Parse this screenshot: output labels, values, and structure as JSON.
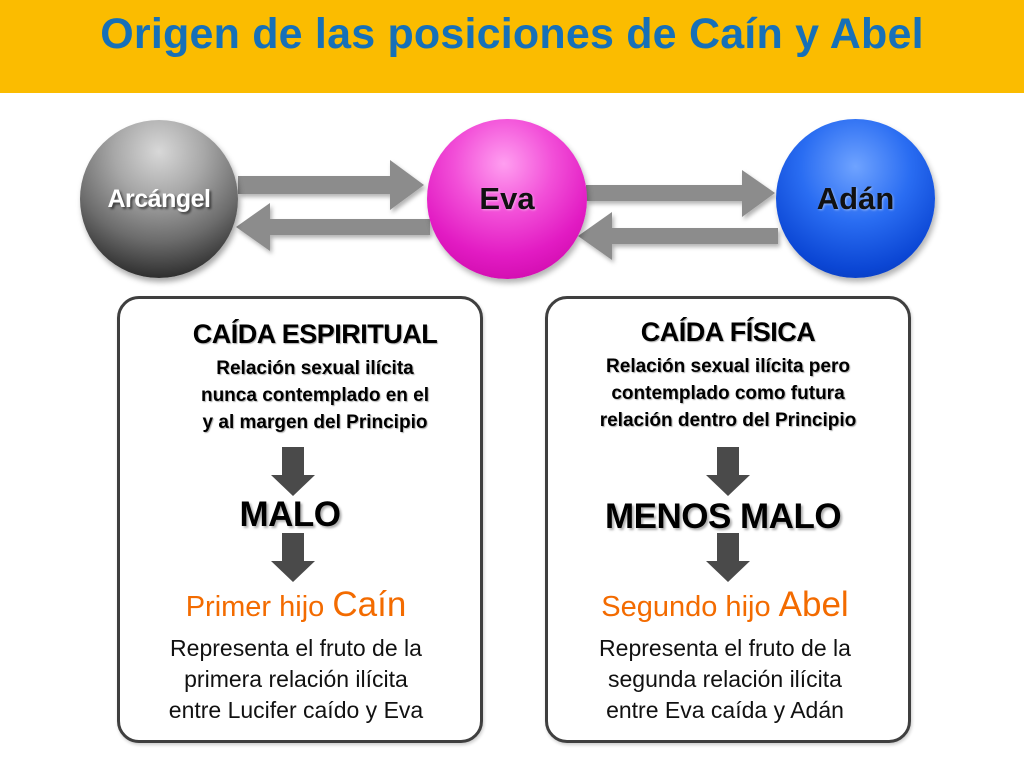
{
  "header": {
    "title": "Origen de las posiciones de Caín y Abel",
    "background": "#fbbc00",
    "title_color": "#1670b8"
  },
  "nodes": {
    "arcangel": "Arcángel",
    "eva": "Eva",
    "adan": "Adán"
  },
  "left_panel": {
    "heading": "CAÍDA ESPIRITUAL",
    "description_lines": [
      "Relación sexual ilícita",
      "nunca contemplado en el",
      "y al margen del Principio"
    ],
    "judgement": "MALO",
    "son_prefix": "Primer hijo",
    "son_name": "Caín",
    "result_lines": [
      "Representa el fruto de la",
      "primera relación ilícita",
      "entre Lucifer caído y Eva"
    ]
  },
  "right_panel": {
    "heading": "CAÍDA FÍSICA",
    "description_lines": [
      "Relación sexual ilícita pero",
      "contemplado como futura",
      "relación dentro del Principio"
    ],
    "judgement": "MENOS MALO",
    "son_prefix": "Segundo hijo",
    "son_name": "Abel",
    "result_lines": [
      "Representa el fruto de la",
      "segunda relación ilícita",
      "entre Eva caída y Adán"
    ]
  },
  "colors": {
    "arrow": "#8c8c8c",
    "down_arrow": "#4a4a4a",
    "son_text": "#f36b00",
    "eva": "#e21bc3",
    "adan": "#0b46d4"
  }
}
